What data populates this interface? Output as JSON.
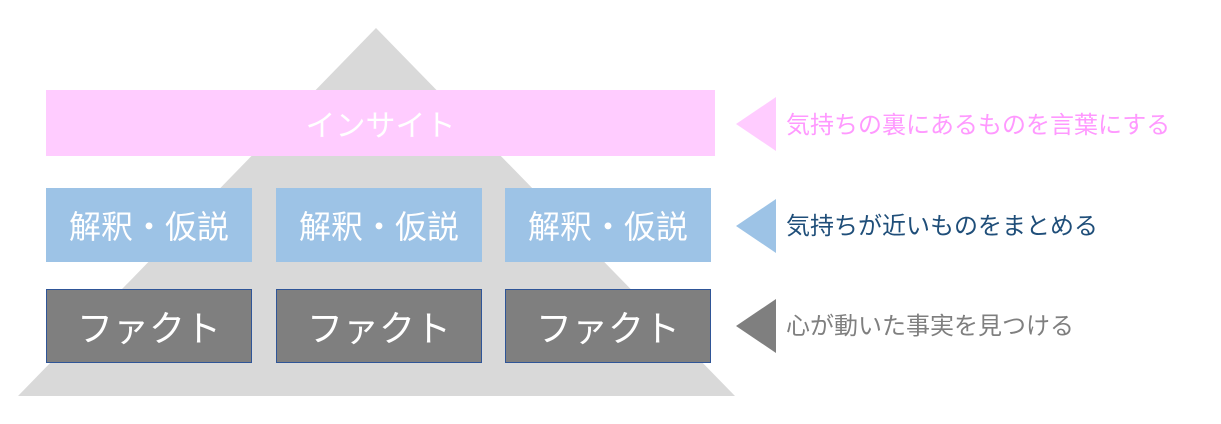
{
  "colors": {
    "pyramid": "#d9d9d9",
    "insight_fill": "#ffccff",
    "insight_arrow": "#ffccff",
    "insight_text": "#ff99ff",
    "interpretation_fill": "#9dc3e6",
    "interpretation_arrow": "#9dc3e6",
    "interpretation_text": "#1f4e79",
    "fact_fill": "#7f7f7f",
    "fact_border": "#2f5597",
    "fact_arrow": "#7f7f7f",
    "fact_text": "#7f7f7f",
    "box_text": "#ffffff"
  },
  "levels": {
    "insight": {
      "label": "インサイト",
      "description": "気持ちの裏にあるものを言葉にする"
    },
    "interpretation": {
      "labels": [
        "解釈・仮説",
        "解釈・仮説",
        "解釈・仮説"
      ],
      "description": "気持ちが近いものをまとめる"
    },
    "fact": {
      "labels": [
        "ファクト",
        "ファクト",
        "ファクト"
      ],
      "description": "心が動いた事実を見つける"
    }
  }
}
